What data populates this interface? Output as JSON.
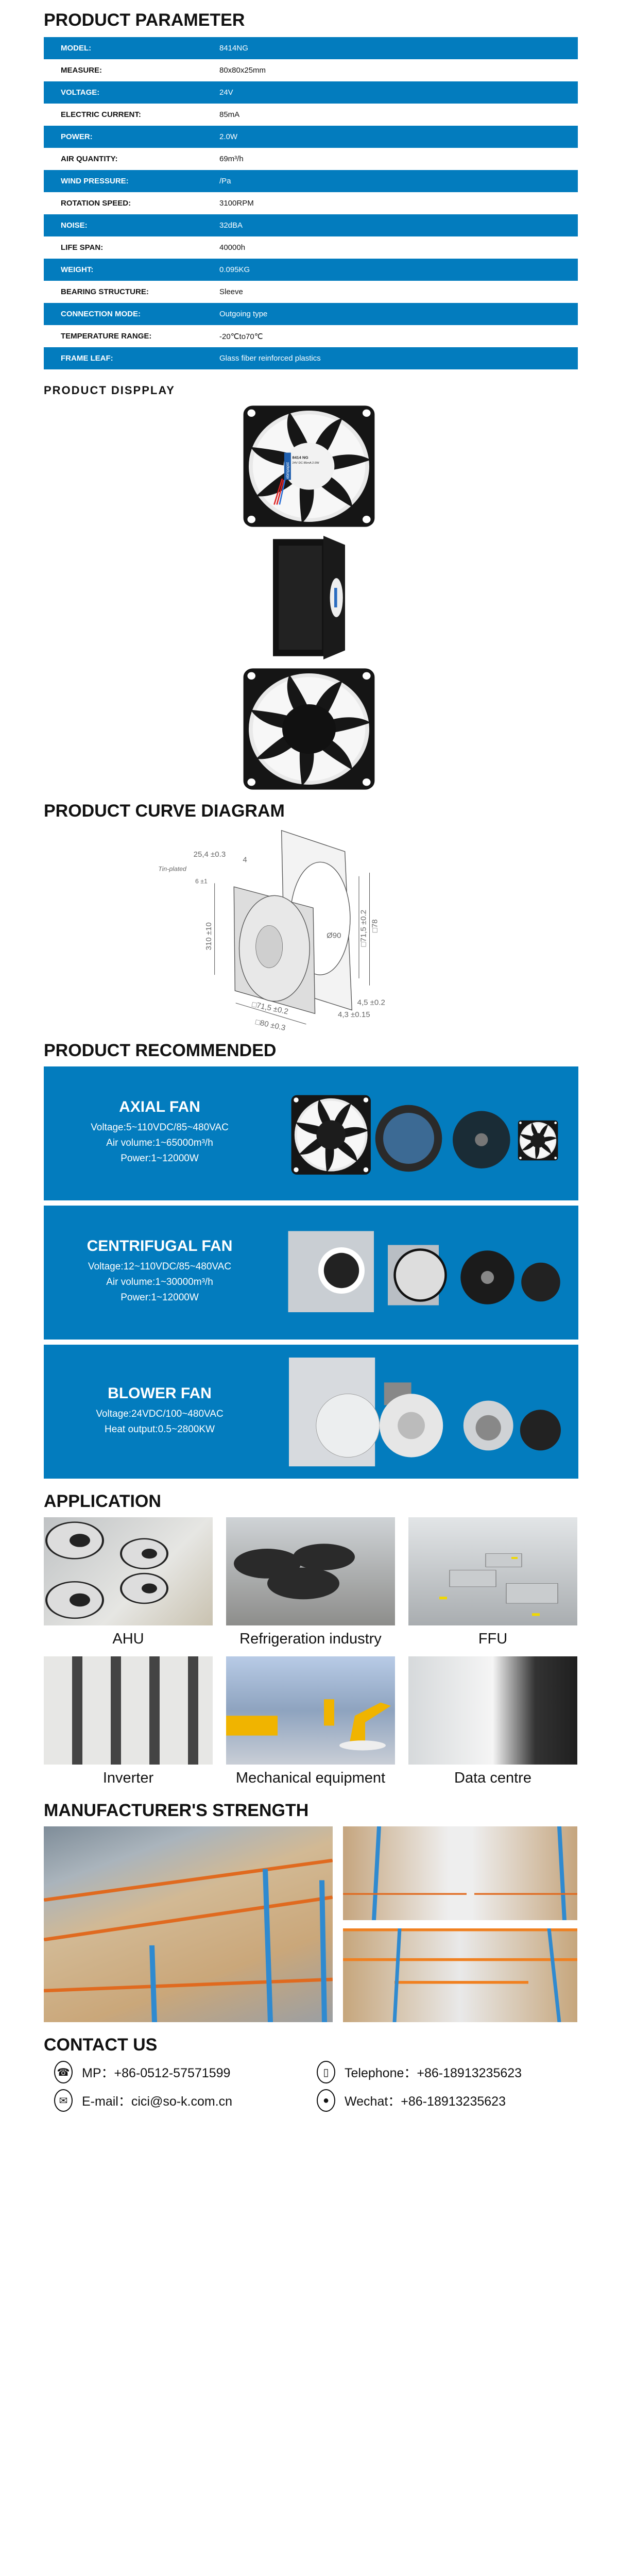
{
  "parameter": {
    "title": "PRODUCT PARAMETER",
    "rows": [
      {
        "label": "MODEL:",
        "value": "8414NG"
      },
      {
        "label": "MEASURE:",
        "value": "80x80x25mm"
      },
      {
        "label": "VOLTAGE:",
        "value": "24V"
      },
      {
        "label": "ELECTRIC CURRENT:",
        "value": "85mA"
      },
      {
        "label": "POWER:",
        "value": "2.0W"
      },
      {
        "label": "AIR QUANTITY:",
        "value": "69m³/h"
      },
      {
        "label": "WIND PRESSURE:",
        "value": "/Pa"
      },
      {
        "label": "ROTATION SPEED:",
        "value": "3100RPM"
      },
      {
        "label": "NOISE:",
        "value": "32dBA"
      },
      {
        "label": "LIFE SPAN:",
        "value": "40000h"
      },
      {
        "label": "WEIGHT:",
        "value": "0.095KG"
      },
      {
        "label": "BEARING STRUCTURE:",
        "value": "Sleeve"
      },
      {
        "label": "CONNECTION MODE:",
        "value": "Outgoing type"
      },
      {
        "label": "TEMPERATURE RANGE:",
        "value": "-20℃to70℃"
      },
      {
        "label": "FRAME LEAF:",
        "value": "Glass fiber reinforced plastics"
      }
    ]
  },
  "display": {
    "title": "PRODUCT DISPPLAY",
    "label_brand": "ebmpapst",
    "label_model": "8414 NG",
    "label_spec": "24V DC 85mA 2.0W"
  },
  "curve": {
    "title": "PRODUCT CURVE DIAGRAM",
    "dims": {
      "depth": "25,4 ±0.3",
      "four": "4",
      "tin": "Tin-plated",
      "six": "6 ±1",
      "cable": "310 ±10",
      "dia": "Ø90",
      "hole_v": "□71,5 ±0.2",
      "outer_v": "□78",
      "d45": "4,5 ±0.2",
      "d43": "4,3 ±0.15",
      "hole_h": "□71,5 ±0.2",
      "outer_h": "□80 ±0.3"
    }
  },
  "recommended": {
    "title": "PRODUCT RECOMMENDED",
    "panels": [
      {
        "name": "AXIAL FAN",
        "lines": [
          "Voltage:5~110VDC/85~480VAC",
          "Air volume:1~65000m³/h",
          "Power:1~12000W"
        ]
      },
      {
        "name": "CENTRIFUGAL FAN",
        "lines": [
          "Voltage:12~110VDC/85~480VAC",
          "Air volume:1~30000m³/h",
          "Power:1~12000W"
        ]
      },
      {
        "name": "BLOWER FAN",
        "lines": [
          "Voltage:24VDC/100~480VAC",
          "Heat output:0.5~2800KW"
        ]
      }
    ]
  },
  "application": {
    "title": "APPLICATION",
    "items": [
      "AHU",
      "Refrigeration industry",
      "FFU",
      "Inverter",
      "Mechanical equipment",
      "Data centre"
    ]
  },
  "strength": {
    "title": "MANUFACTURER'S STRENGTH"
  },
  "contact": {
    "title": "CONTACT US",
    "mp": "MP：+86-0512-57571599",
    "telephone": "Telephone：+86-18913235623",
    "email": "E-mail：cici@so-k.com.cn",
    "wechat": "Wechat：+86-18913235623"
  },
  "colors": {
    "accent": "#037cbe"
  }
}
